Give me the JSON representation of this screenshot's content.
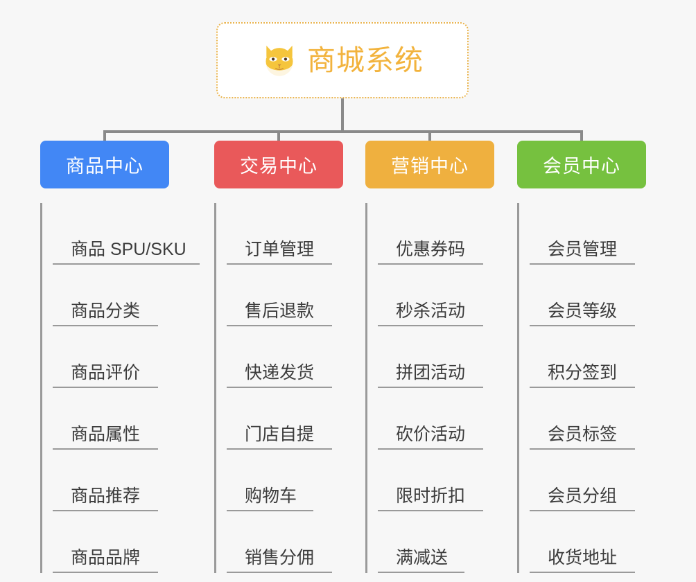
{
  "root": {
    "title": "商城系统",
    "icon": "shiba-dog-face-icon",
    "border_color": "#eab44e",
    "text_color": "#f2b33d"
  },
  "canvas": {
    "background": "#f7f7f7",
    "connector_color": "#8a8a8a"
  },
  "columns": [
    {
      "title": "商品中心",
      "color": "#4287f5",
      "items": [
        "商品 SPU/SKU",
        "商品分类",
        "商品评价",
        "商品属性",
        "商品推荐",
        "商品品牌"
      ]
    },
    {
      "title": "交易中心",
      "color": "#e9595a",
      "items": [
        "订单管理",
        "售后退款",
        "快递发货",
        "门店自提",
        "购物车",
        "销售分佣"
      ]
    },
    {
      "title": "营销中心",
      "color": "#efb03f",
      "items": [
        "优惠券码",
        "秒杀活动",
        "拼团活动",
        "砍价活动",
        "限时折扣",
        "满减送"
      ]
    },
    {
      "title": "会员中心",
      "color": "#76c13f",
      "items": [
        "会员管理",
        "会员等级",
        "积分签到",
        "会员标签",
        "会员分组",
        "收货地址"
      ]
    }
  ]
}
